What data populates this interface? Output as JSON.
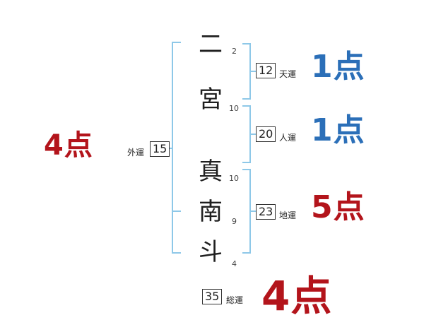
{
  "colors": {
    "bracket": "#8ec8e8",
    "good": "#2b6fb8",
    "bad": "#b3141b"
  },
  "characters": [
    {
      "char": "二",
      "strokes": "2"
    },
    {
      "char": "宮",
      "strokes": "10"
    },
    {
      "char": "真",
      "strokes": "10"
    },
    {
      "char": "南",
      "strokes": "9"
    },
    {
      "char": "斗",
      "strokes": "4"
    }
  ],
  "ten": {
    "label": "天運",
    "value": "12",
    "score": "1点"
  },
  "jin": {
    "label": "人運",
    "value": "20",
    "score": "1点"
  },
  "chi": {
    "label": "地運",
    "value": "23",
    "score": "5点"
  },
  "gai": {
    "label": "外運",
    "value": "15",
    "score": "4点"
  },
  "sou": {
    "label": "総運",
    "value": "35",
    "score": "4点"
  }
}
